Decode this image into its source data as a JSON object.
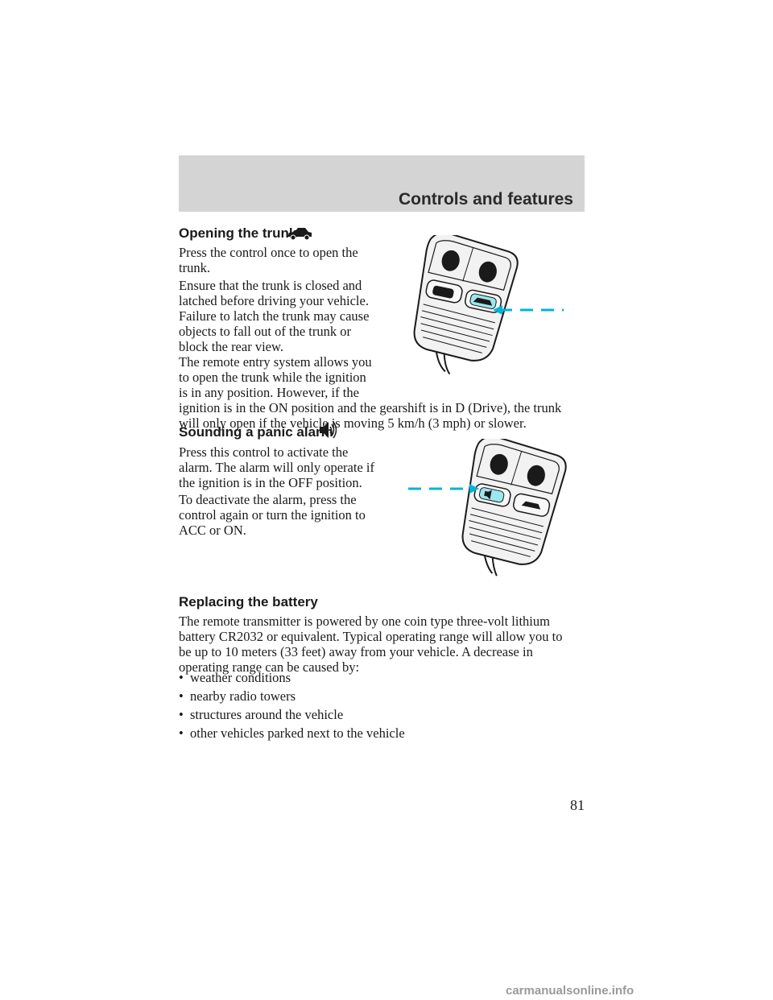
{
  "header": {
    "title": "Controls and features"
  },
  "sections": {
    "trunk": {
      "heading": "Opening the trunk",
      "icon": "car-trunk-icon",
      "p1_lines": [
        "Press the control once to open the",
        "trunk."
      ],
      "p2_lines": [
        "Ensure that the trunk is closed and",
        "latched before driving your vehicle.",
        "Failure to latch the trunk may cause",
        "objects to fall out of the trunk or",
        "block the rear view."
      ],
      "p3_lines": [
        "The remote entry system allows you",
        "to open the trunk while the ignition",
        "is in any position. However, if the",
        "ignition is in the ON position and the gearshift is in D (Drive), the trunk",
        "will only open if the vehicle is moving 5 km/h (3 mph) or slower."
      ]
    },
    "panic": {
      "heading": "Sounding a panic alarm",
      "icon": "speaker-alarm-icon",
      "p1_lines": [
        "Press this control to activate the",
        "alarm. The alarm will only operate if",
        "the ignition is in the OFF position."
      ],
      "p2_lines": [
        "To deactivate the alarm, press the",
        "control again or turn the ignition to",
        "ACC or ON."
      ]
    },
    "battery": {
      "heading": "Replacing the battery",
      "p1_lines": [
        "The remote transmitter is powered by one coin type three-volt lithium",
        "battery CR2032 or equivalent. Typical operating range will allow you to",
        "be up to 10 meters (33 feet) away from your vehicle. A decrease in",
        "operating range can be caused by:"
      ],
      "bullet_char": "•",
      "bullets": [
        "weather conditions",
        "nearby radio towers",
        "structures around the vehicle",
        "other vehicles parked next to the vehicle"
      ]
    }
  },
  "page_number": "81",
  "watermark": "carmanualsonline.info",
  "colors": {
    "header_band": "#d4d4d4",
    "highlight": "#00b4d8",
    "key_fob": "#f2f2f2"
  }
}
